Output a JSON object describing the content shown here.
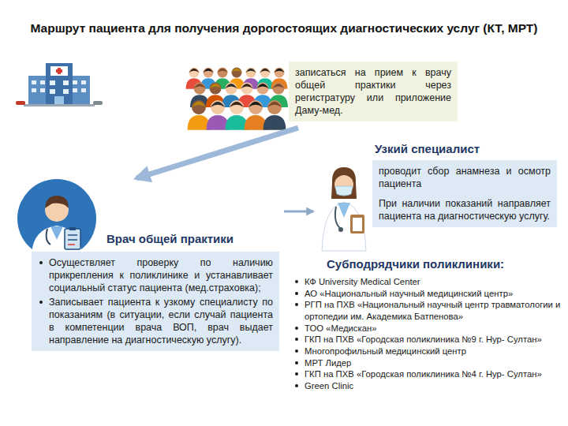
{
  "diagram": {
    "title": "Маршрут пациента для получения дорогостоящих диагностических услуг (КТ, МРТ)",
    "nodes": [
      {
        "text": [
          "записаться на прием к врачу общей практики через регистратуру или приложение Даму-мед."
        ]
      },
      {
        "text": [
          "Узкий специалист",
          "проводит сбор анамнеза и осмотр пациента",
          "При наличии показаний направляет пациента на диагностическую услугу."
        ]
      },
      {
        "text": [
          "Врач общей практики",
          "Осуществляет проверку по наличию прикрепления к поликлинике и устанавливает социальный статус пациента (мед.страховка);",
          "Записывает пациента к узкому специалисту по показаниям (в ситуации, если случай пациента в компетенции врача ВОП, врач выдает направление на диагностическую услугу)."
        ]
      }
    ],
    "edges": [
      {
        "from": 0,
        "to": 2,
        "arrow": "to"
      },
      {
        "from": 2,
        "to": 1,
        "arrow": "to"
      }
    ],
    "labels": [
      "Субподрядчики поликлиники:",
      "КФ University Medical Center",
      "АО «Национальный научный медицинский центр»",
      "РГП на ПХВ «Национальный научный центр травматологии и ортопедии им. Академика Батпенова»",
      "ТОО «Медискан»",
      "ГКП на ПХВ «Городская поликлиника №9 г. Нур- Султан»",
      "Многопрофильный медицинский центр",
      "МРТ Лидер",
      "ГКП на ПХВ «Городская поликлиника №4 г. Нур- Султан»",
      "Green Clinic"
    ]
  }
}
